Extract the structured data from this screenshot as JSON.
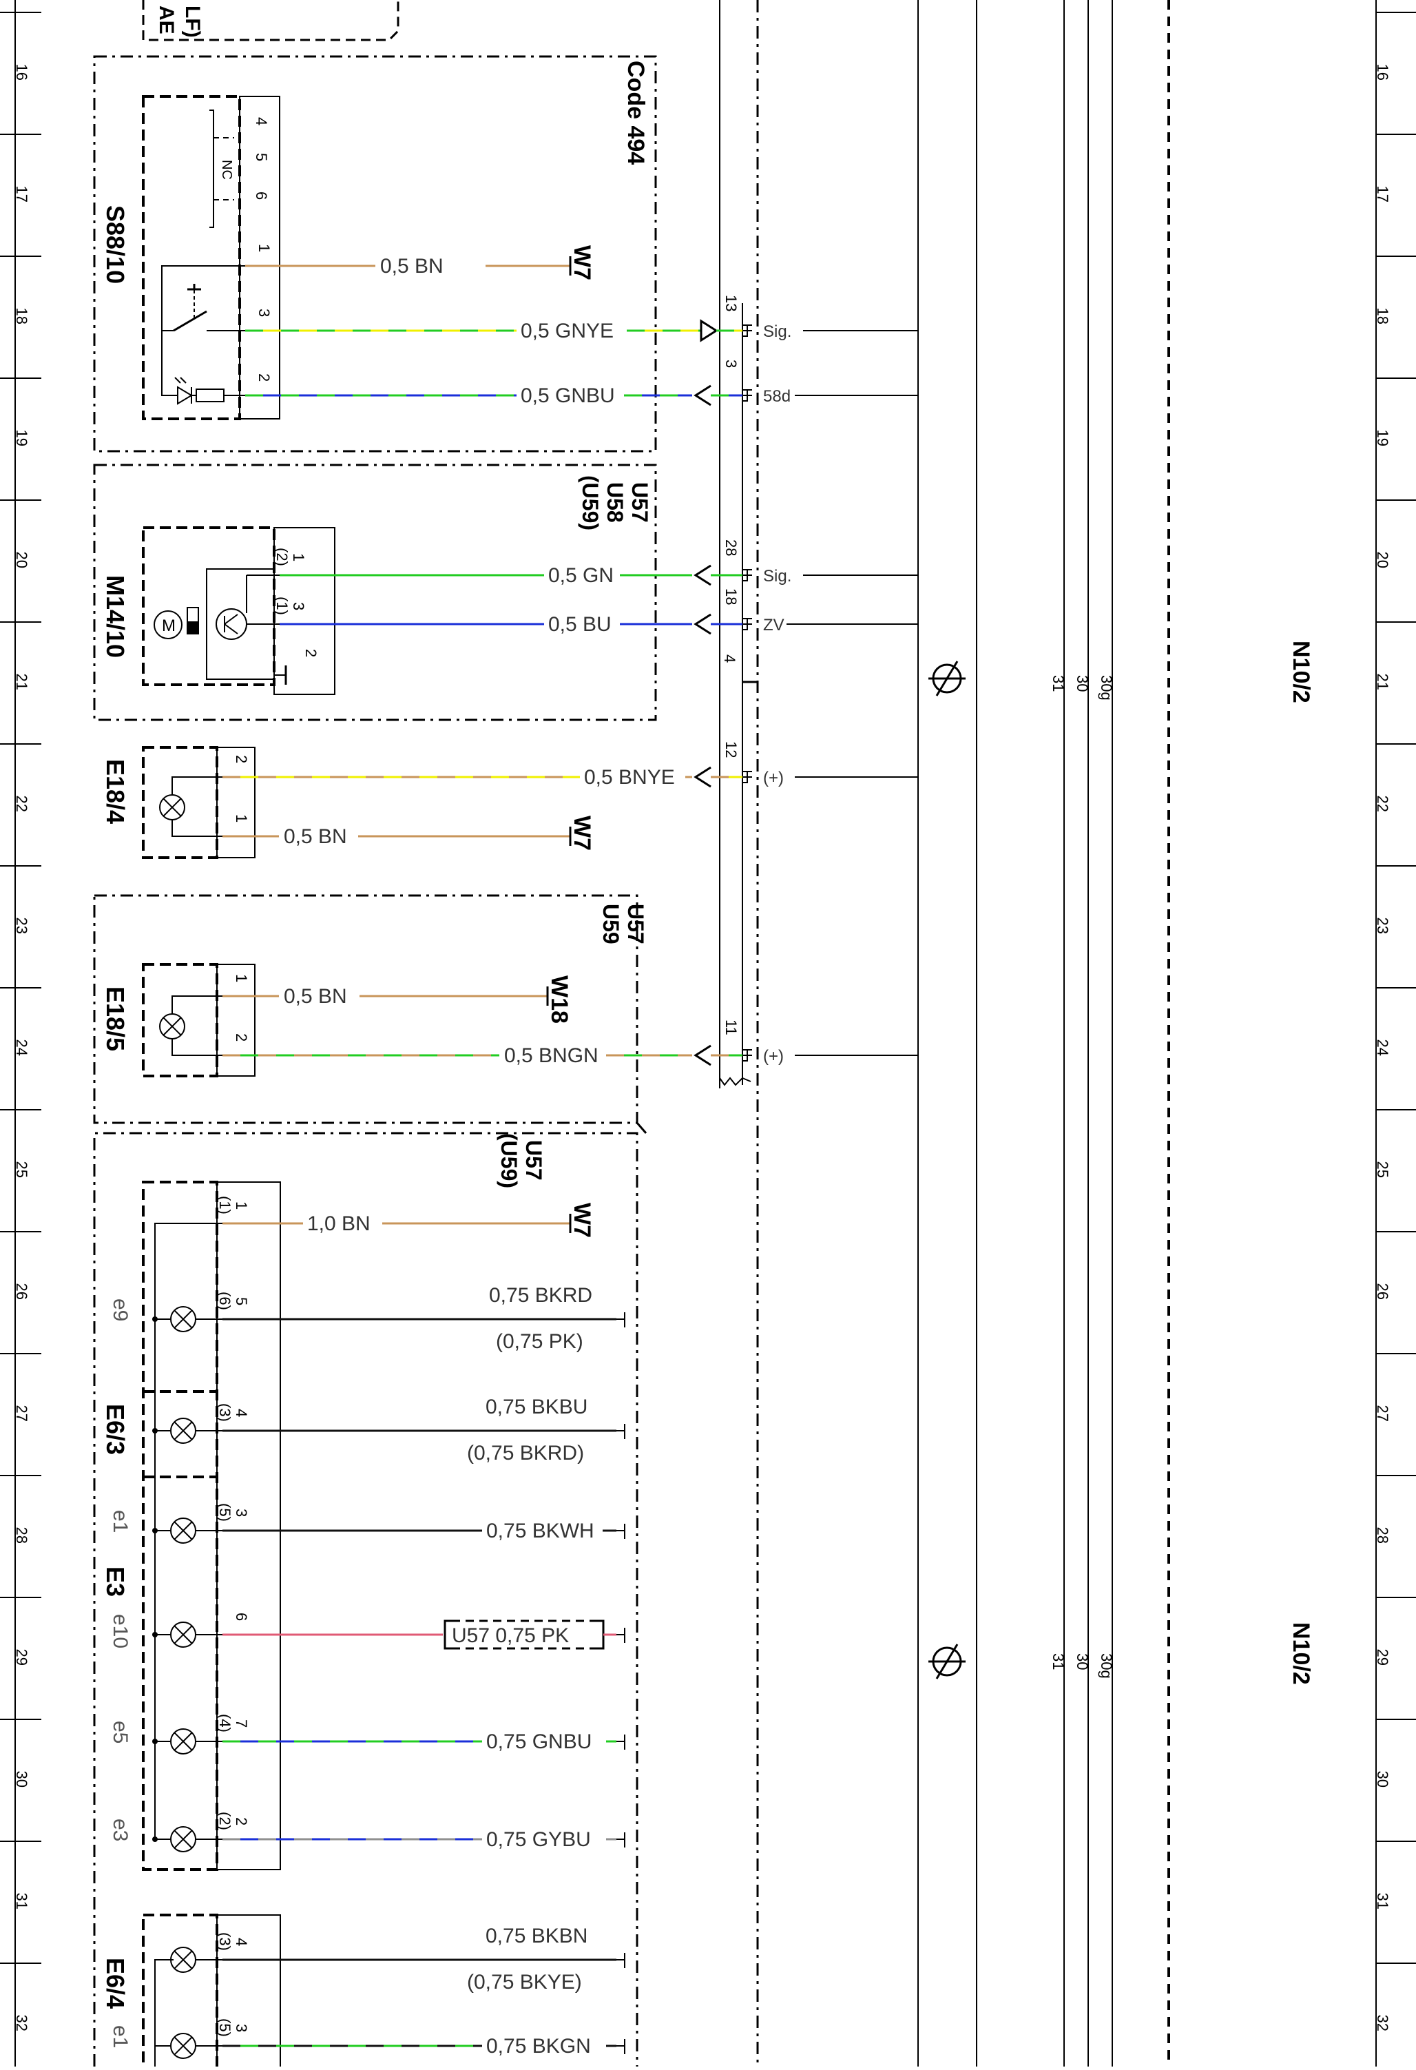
{
  "sheet": {
    "row_numbers": [
      "16",
      "17",
      "18",
      "19",
      "20",
      "21",
      "22",
      "23",
      "24",
      "25",
      "26",
      "27",
      "28",
      "29",
      "30",
      "31",
      "32"
    ],
    "top_partial_label": "AE\nLF)"
  },
  "colors": {
    "BN": "#c8955a",
    "GN": "#22cc22",
    "YE": "#f0f000",
    "BU": "#1a2fd8",
    "PK": "#e05a74",
    "GY": "#909090",
    "BK": "#111111",
    "WH": "#ffffff",
    "RD": "#d01010"
  },
  "modules": {
    "code494": "Code 494",
    "u57_u58_u59": [
      "U57",
      "U58",
      "(U59)"
    ],
    "u57_u59": [
      "U57",
      "U59"
    ],
    "u57_u59b": [
      "U57",
      "(U59)"
    ],
    "n10_2": "N10/2"
  },
  "components": [
    {
      "id": "S88/10",
      "label": "S88/10"
    },
    {
      "id": "M14/10",
      "label": "M14/10"
    },
    {
      "id": "E18/4",
      "label": "E18/4"
    },
    {
      "id": "E18/5",
      "label": "E18/5"
    },
    {
      "id": "E6/3",
      "label": "E6/3"
    },
    {
      "id": "E3",
      "label": "E3"
    },
    {
      "id": "E6/4",
      "label": "E6/4"
    }
  ],
  "nc_label": "NC",
  "s88_pins": [
    "4",
    "5",
    "6",
    "1",
    "3",
    "2"
  ],
  "m14_pins": [
    {
      "pin": "1",
      "alt": "(2)"
    },
    {
      "pin": "3",
      "alt": "(1)"
    },
    {
      "pin": "2",
      "alt": ""
    }
  ],
  "wires": [
    {
      "id": "w-s88-1",
      "pin": "1",
      "label": "0,5  BN",
      "colors": [
        "BN"
      ],
      "end": "W7"
    },
    {
      "id": "w-s88-3",
      "pin": "3",
      "label": "0,5  GNYE",
      "colors": [
        "GN",
        "YE"
      ],
      "conn_pin": "13",
      "n10_pin": "Sig."
    },
    {
      "id": "w-s88-2",
      "pin": "2",
      "label": "0,5  GNBU",
      "colors": [
        "GN",
        "BU"
      ],
      "conn_pin": "3",
      "n10_pin": "58d"
    },
    {
      "id": "w-m14-1",
      "pin": "1",
      "label": "0,5  GN",
      "colors": [
        "GN"
      ],
      "conn_pin": "28",
      "n10_pin": "Sig."
    },
    {
      "id": "w-m14-3",
      "pin": "3",
      "label": "0,5  BU",
      "colors": [
        "BU"
      ],
      "conn_pin": "18",
      "n10_pin": "ZV"
    },
    {
      "id": "w-e184-2",
      "pin": "2",
      "label": "0,5  BNYE",
      "colors": [
        "BN",
        "YE"
      ],
      "conn_pin": "12",
      "n10_pin": "(+)"
    },
    {
      "id": "w-e184-1",
      "pin": "1",
      "label": "0,5  BN",
      "colors": [
        "BN"
      ],
      "end": "W7"
    },
    {
      "id": "w-e185-1",
      "pin": "1",
      "label": "0,5  BN",
      "colors": [
        "BN"
      ],
      "end": "W18"
    },
    {
      "id": "w-e185-2",
      "pin": "2",
      "label": "0,5  BNGN",
      "colors": [
        "BN",
        "GN"
      ],
      "conn_pin": "11",
      "n10_pin": "(+)"
    },
    {
      "id": "w-e63-1",
      "pin": "1",
      "alt": "(1)",
      "label": "1,0  BN",
      "colors": [
        "BN"
      ],
      "end": "W7"
    },
    {
      "id": "w-e63-5",
      "pin": "5",
      "alt": "(6)",
      "lamp": "e9",
      "label": "0,75  BKRD",
      "alt_label": "(0,75  PK)",
      "colors": [
        "BK"
      ]
    },
    {
      "id": "w-e63-4",
      "pin": "4",
      "alt": "(3)",
      "lamp": "",
      "label": "0,75  BKBU",
      "alt_label": "(0,75  BKRD)",
      "colors": [
        "BK"
      ]
    },
    {
      "id": "w-e3-3",
      "pin": "3",
      "alt": "(5)",
      "lamp": "e1",
      "label": "0,75  BKWH",
      "colors": [
        "BK"
      ]
    },
    {
      "id": "w-e3-6",
      "pin": "6",
      "alt": "",
      "lamp": "e10",
      "label": "U57  0,75  PK",
      "colors": [
        "PK"
      ]
    },
    {
      "id": "w-e3-7",
      "pin": "7",
      "alt": "(4)",
      "lamp": "e5",
      "label": "0,75  GNBU",
      "colors": [
        "GN",
        "BU"
      ]
    },
    {
      "id": "w-e3-2",
      "pin": "2",
      "alt": "(2)",
      "lamp": "e3",
      "label": "0,75  GYBU",
      "colors": [
        "GY",
        "BU"
      ]
    },
    {
      "id": "w-e64-4",
      "pin": "4",
      "alt": "(3)",
      "lamp": "",
      "label": "0,75  BKBN",
      "alt_label": "(0,75  BKYE)",
      "colors": [
        "BK"
      ]
    },
    {
      "id": "w-e64-3",
      "pin": "3",
      "alt": "(5)",
      "lamp": "e1",
      "label": "0,75  BKGN",
      "colors": [
        "BK",
        "GN"
      ]
    }
  ],
  "connector_pin_4": "4",
  "bus": {
    "labels": [
      "31",
      "30",
      "30g"
    ]
  }
}
